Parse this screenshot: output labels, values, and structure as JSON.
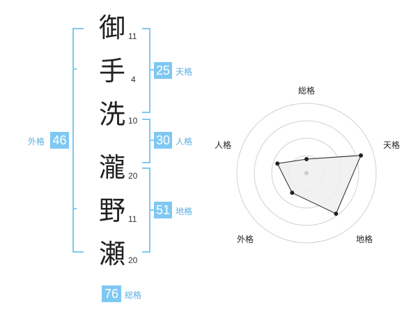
{
  "name_chars": [
    {
      "char": "御",
      "strokes": "11"
    },
    {
      "char": "手",
      "strokes": "4"
    },
    {
      "char": "洗",
      "strokes": "10"
    },
    {
      "char": "瀧",
      "strokes": "20"
    },
    {
      "char": "野",
      "strokes": "11"
    },
    {
      "char": "瀬",
      "strokes": "20"
    }
  ],
  "kaku": {
    "tenkaku": {
      "value": "25",
      "label": "天格"
    },
    "jinkaku": {
      "value": "30",
      "label": "人格"
    },
    "chikaku": {
      "value": "51",
      "label": "地格"
    },
    "gaikaku": {
      "value": "46",
      "label": "外格"
    },
    "soukaku": {
      "value": "76",
      "label": "総格"
    }
  },
  "chart_data": {
    "type": "radar",
    "axes": [
      "総格",
      "天格",
      "地格",
      "外格",
      "人格"
    ],
    "values": [
      0.2,
      0.82,
      0.72,
      0.35,
      0.44
    ],
    "rings": 4,
    "range": [
      0,
      1
    ]
  },
  "colors": {
    "accent": "#7ec8f2",
    "label": "#5aaee0",
    "ring": "#d0d0d0",
    "polygon_fill": "#efefef",
    "point": "#222222"
  }
}
